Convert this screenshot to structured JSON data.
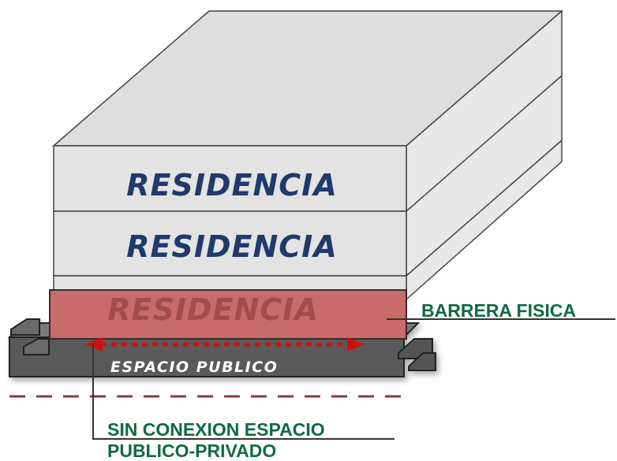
{
  "floors": [
    {
      "label": "RESIDENCIA"
    },
    {
      "label": "RESIDENCIA"
    },
    {
      "label": "RESIDENCIA"
    }
  ],
  "street": {
    "label": "ESPACIO PUBLICO"
  },
  "callouts": {
    "barrier": "BARRERA FISICA",
    "no_connection_line1": "SIN CONEXION ESPACIO",
    "no_connection_line2": "PUBLICO-PRIVADO"
  },
  "colors": {
    "floor_text": "#1f3a6b",
    "barrier_fill": "#c96b6b",
    "barrier_text": "#a14d4d",
    "callout_text": "#0f6b3f",
    "arrow": "#d01010",
    "dashed_line": "#8b3a3a",
    "street_fill": "#5a5a5a",
    "building_fill": "#e3e3e3",
    "building_side": "#e8e8e8",
    "building_top": "#dedede"
  }
}
